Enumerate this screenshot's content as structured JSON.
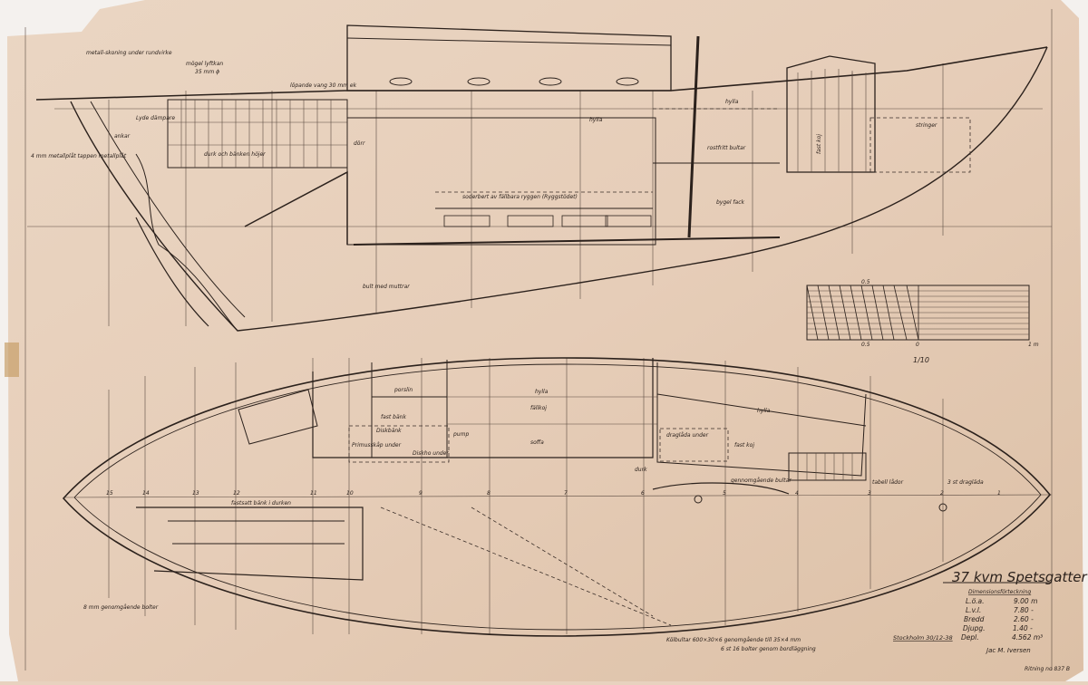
{
  "title_block": {
    "title": "37 kvm Spetsgatter",
    "subtitle": "Dimensionsförteckning",
    "dimensions": [
      {
        "label": "L.ö.a.",
        "value": "9.00 m"
      },
      {
        "label": "L.v.l.",
        "value": "7.80 -"
      },
      {
        "label": "Bredd",
        "value": "2.60 -"
      },
      {
        "label": "Djupg.",
        "value": "1.40 -"
      },
      {
        "label": "Depl.",
        "value": "4.562 m³"
      }
    ],
    "place_date": "Stockholm 30/12-38",
    "signature": "Jac M. Iversen",
    "drawing_no": "Ritning no 837 B"
  },
  "scale": {
    "ratio": "1/10",
    "tick_top": "0.5",
    "tick_bottom": "0.5",
    "zero": "0",
    "one_m": "1 m"
  },
  "profile_labels": {
    "bow_fitting": "metall-skoning under rundvirke",
    "mast": "mögel lyftkan",
    "mast_dim": "35 mm ϕ",
    "lamp": "Lyde dämpare",
    "anchor": "ankar",
    "tie": "4 mm metallplåt tappen metallplåt",
    "cockpit": "durk och bänken höjer",
    "cabin_top": "löpande vang 30 mm ek",
    "sofa_back": "soderbert av fällbara ryggen (Ryggstödet)",
    "shelf": "hylla",
    "door": "dörr",
    "strut": "rostfritt bultar",
    "ballast": "bult med muttrar",
    "stringer": "stringer",
    "shelf2": "hylla",
    "locker": "bygel fack",
    "hatch": "fast koj"
  },
  "plan_labels": {
    "porcelain": "porslin",
    "fixed_bench": "fast bänk",
    "sink": "Diskbänk",
    "galley": "Primusskåp under",
    "icebox": "Diskho under",
    "tap": "pump",
    "shelf": "hylla",
    "folding_berth": "fällkoj",
    "sofa": "soffa",
    "drawer": "draglåda under",
    "fixed_berth": "fast koj",
    "shelf2": "hylla",
    "floor": "durk",
    "cockpit_seat": "fastsatt bänk i durken",
    "hatch_box": "tabell lådor",
    "chain": "3 st dragläda",
    "bilge": "gennomgående bultar",
    "bolts": "8 mm genomgående bolter",
    "keel_bolts": "Kölbultar 600×30×6 genomgående till 35×4 mm",
    "bolt_note": "6 st 16 bolter genom bordläggning"
  },
  "stations": [
    "15",
    "14",
    "13",
    "12",
    "11",
    "10",
    "9",
    "8",
    "7",
    "6",
    "5",
    "4",
    "3",
    "2",
    "1"
  ]
}
